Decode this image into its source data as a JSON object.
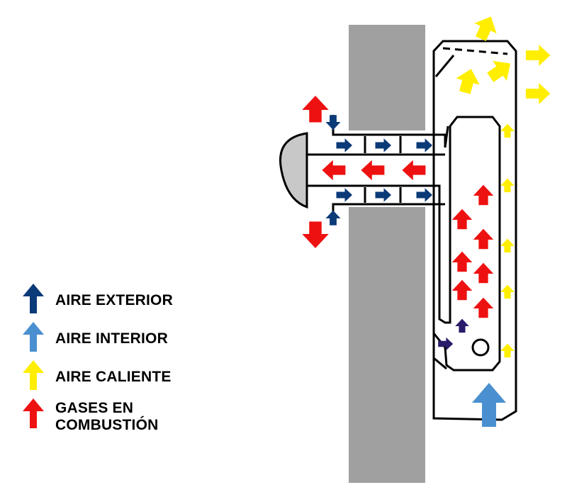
{
  "colors": {
    "wall": "#a0a0a0",
    "aire_exterior": "#0b3a78",
    "aire_interior": "#4a90d0",
    "aire_caliente": "#ffee00",
    "gases_combustion": "#ee1111",
    "outline": "#000000",
    "damper": "#b0b0b0",
    "small_dark_arrow": "#2a1b6b"
  },
  "legend": [
    {
      "key": "aire_exterior",
      "label": "AIRE EXTERIOR",
      "icon": "arrow-up-icon"
    },
    {
      "key": "aire_interior",
      "label": "AIRE INTERIOR",
      "icon": "arrow-up-icon"
    },
    {
      "key": "aire_caliente",
      "label": "AIRE CALIENTE",
      "icon": "arrow-up-icon"
    },
    {
      "key": "gases_combustion",
      "label": "GASES EN\nCOMBUSTIÓN",
      "icon": "arrow-up-icon"
    }
  ]
}
